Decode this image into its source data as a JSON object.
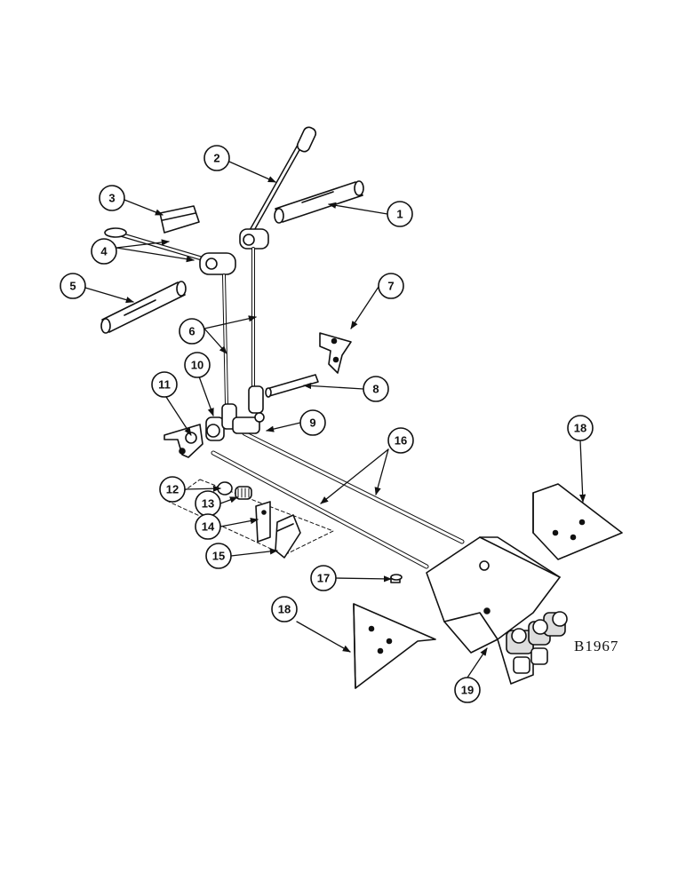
{
  "figure": {
    "id": "B1967"
  },
  "callouts": [
    "1",
    "2",
    "3",
    "4",
    "5",
    "6",
    "7",
    "8",
    "9",
    "10",
    "11",
    "12",
    "13",
    "14",
    "15",
    "16",
    "17",
    "18",
    "18",
    "19"
  ]
}
